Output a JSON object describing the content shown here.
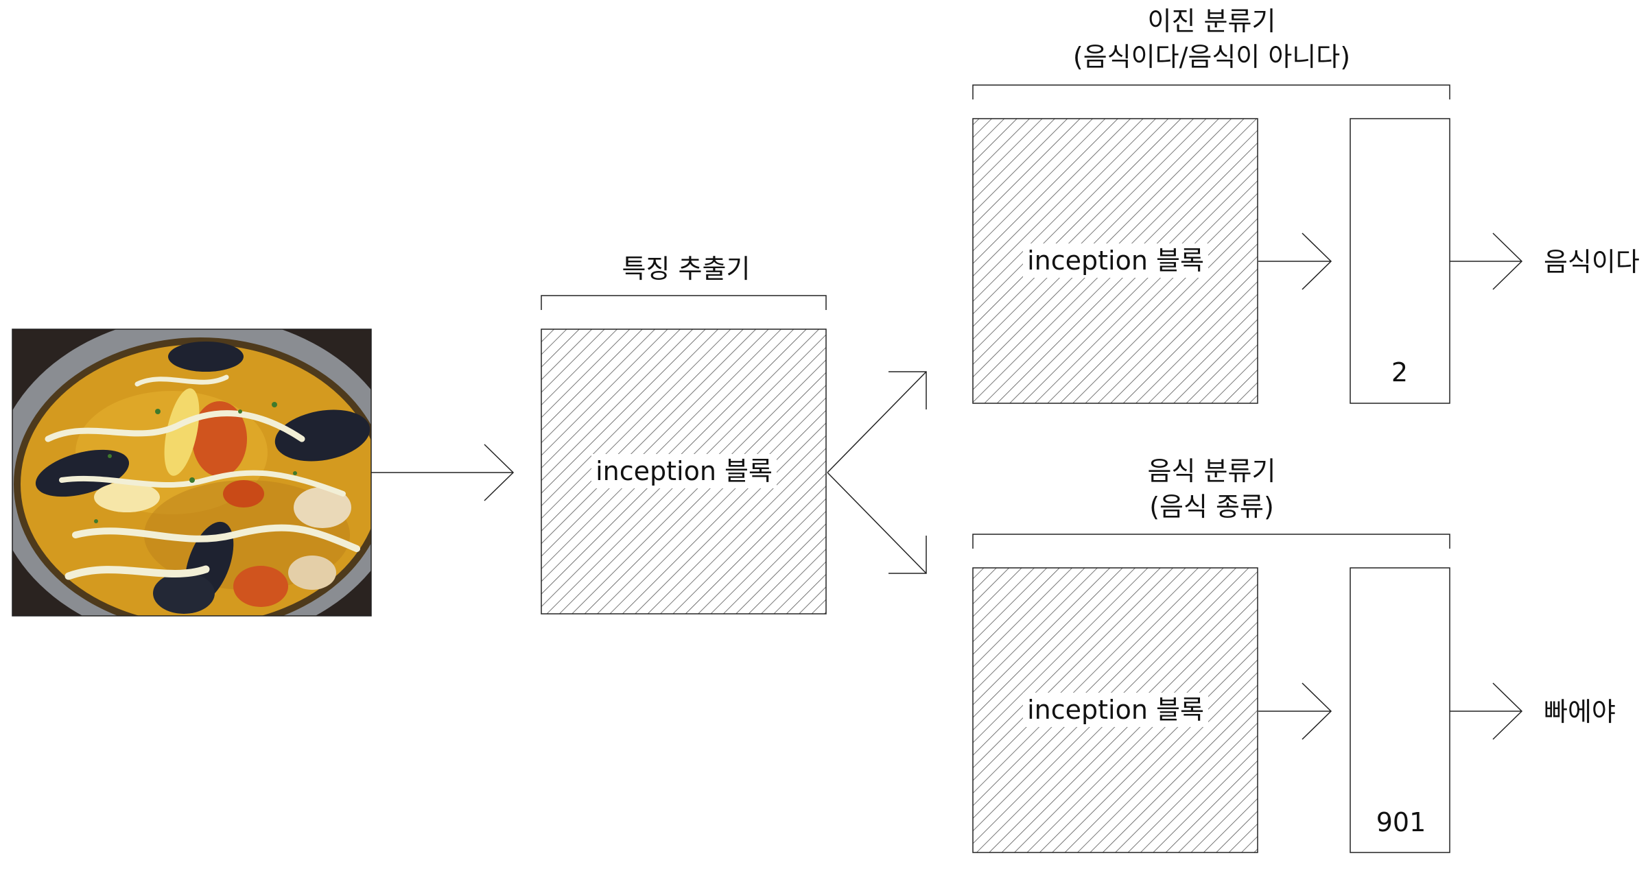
{
  "feature_extractor": {
    "title": "특징 추출기",
    "block_label": "inception 블록"
  },
  "binary_classifier": {
    "title_line1": "이진 분류기",
    "title_line2": "(음식이다/음식이 아니다)",
    "block_label": "inception 블록",
    "output_units": "2",
    "result": "음식이다"
  },
  "food_classifier": {
    "title_line1": "음식 분류기",
    "title_line2": "(음식 종류)",
    "block_label": "inception 블록",
    "output_units": "901",
    "result": "빠에야"
  },
  "input_image": {
    "icon": "paella-photo"
  },
  "colors": {
    "stroke": "#222222",
    "hatch": "#555555",
    "pan": "#8a8d92",
    "rice": "#d49a1f",
    "mussel": "#1e2230",
    "sauce": "#f2efd6",
    "shrimp": "#d0541e",
    "lemon": "#f3d96b",
    "herb": "#3f7a2c"
  }
}
